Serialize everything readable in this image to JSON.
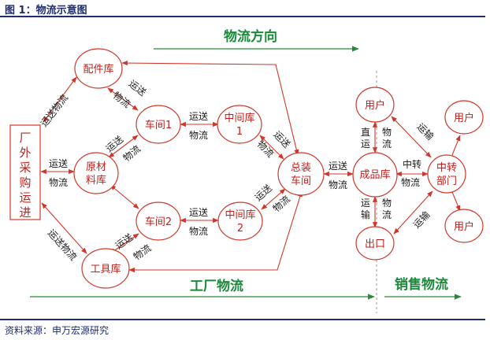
{
  "header": {
    "title": "图 1：物流示意图"
  },
  "footer": {
    "source": "资料来源：申万宏源研究"
  },
  "labels": {
    "flow_direction": "物流方向",
    "factory_logistics": "工厂物流",
    "sales_logistics": "销售物流"
  },
  "nodes": {
    "outside_purchase": [
      "厂",
      "外",
      "采",
      "购",
      "运",
      "进"
    ],
    "parts_store": [
      "配件库"
    ],
    "workshop1": [
      "车间1"
    ],
    "workshop2": [
      "车间2"
    ],
    "middle1": [
      "中间库",
      "1"
    ],
    "middle2": [
      "中间库",
      "2"
    ],
    "raw_store": [
      "原材",
      "料库"
    ],
    "tool_store": [
      "工具库"
    ],
    "assembly": [
      "总装",
      "车间"
    ],
    "finished": [
      "成品库"
    ],
    "user_top": [
      "用户"
    ],
    "export": [
      "出口"
    ],
    "transfer": [
      "中转",
      "部门"
    ],
    "user_right_top": [
      "用户"
    ],
    "user_right_bottom": [
      "用户"
    ]
  },
  "edge_labels": {
    "yunsong": "运送",
    "wuliu": "物流",
    "yunsong_wuliu": "运送物流",
    "zhi": "直",
    "yun": "运",
    "wu": "物",
    "liu": "流",
    "shu": "输",
    "yunshu": "运输",
    "zhongzhuan": "中转"
  }
}
